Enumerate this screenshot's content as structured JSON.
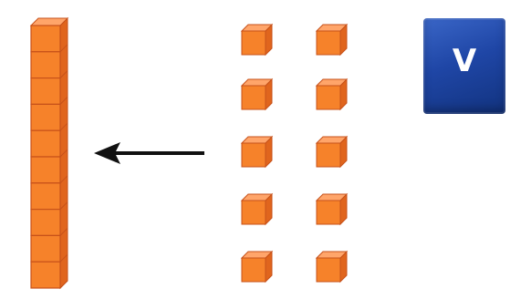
{
  "diagram": {
    "rod": {
      "units": 10,
      "color_front": "#F6822A",
      "color_top": "#FFA56A",
      "color_side": "#E0651D",
      "color_edge": "#C7511A"
    },
    "unit_cubes": {
      "rows": 5,
      "columns": 2,
      "count": 10,
      "color_front": "#F6822A",
      "color_top": "#FFA56A",
      "color_side": "#E0651D",
      "color_edge": "#C7511A"
    },
    "arrow": {
      "direction": "left",
      "color": "#111111"
    },
    "badge": {
      "label": "V",
      "color": "#1F46A6"
    }
  }
}
